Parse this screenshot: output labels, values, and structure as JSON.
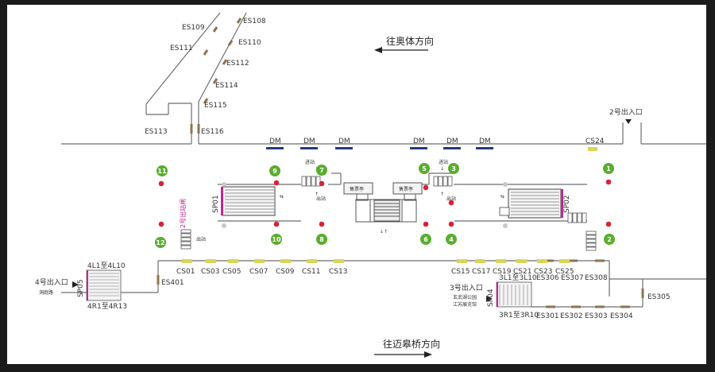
{
  "directions": {
    "top": "往奥体方向",
    "bottom": "往迈皋桥方向"
  },
  "entrances": {
    "e2": "2号出入口",
    "e4": "4号出入口",
    "e4_sub": "洞庭路",
    "e3": "3号出入口",
    "e3_sub1": "玄武湖公园",
    "e3_sub2": "江苏展览馆"
  },
  "es_labels": {
    "ES109": "ES109",
    "ES108": "ES108",
    "ES111": "ES111",
    "ES110": "ES110",
    "ES112": "ES112",
    "ES114": "ES114",
    "ES115": "ES115",
    "ES113": "ES113",
    "ES116": "ES116",
    "ES401": "ES401",
    "ES305": "ES305",
    "ES301": "ES301",
    "ES302": "ES302",
    "ES303": "ES303",
    "ES304": "ES304",
    "ES306": "ES306",
    "ES307": "ES307",
    "ES308": "ES308"
  },
  "dm_label": "DM",
  "cs_labels": {
    "CS24": "CS24",
    "CS01": "CS01",
    "CS03": "CS03",
    "CS05": "CS05",
    "CS07": "CS07",
    "CS09": "CS09",
    "CS11": "CS11",
    "CS13": "CS13",
    "CS15": "CS15",
    "CS17": "CS17",
    "CS19": "CS19",
    "CS21": "CS21",
    "CS23": "CS23",
    "CS25": "CS25"
  },
  "sp_labels": {
    "SP01": "SP01",
    "SP02": "SP02",
    "SP04": "SP04",
    "SP05": "SP05"
  },
  "stair_labels": {
    "t4L": "4L1至4L10",
    "t4R": "4R1至4R13",
    "t3L": "3L1至3L10",
    "t3R": "3R1至3R10"
  },
  "circle_numbers": [
    "11",
    "9",
    "7",
    "5",
    "3",
    "1",
    "12",
    "10",
    "8",
    "6",
    "4",
    "2"
  ],
  "small_text": {
    "jin": "进站",
    "chu": "出站",
    "chu2": "出站",
    "jin2": "进站",
    "chu3": "出站",
    "shou": "售票亭",
    "shou2": "售票亭",
    "zhan": "2号出站闸"
  },
  "colors": {
    "circle_green": "#5aad2f",
    "red_dot": "#d5233a",
    "dm_blue": "#253a7f",
    "cs_yellow": "#d8d65a",
    "es_brown": "#8c7550",
    "sp_magenta": "#c2278d"
  }
}
